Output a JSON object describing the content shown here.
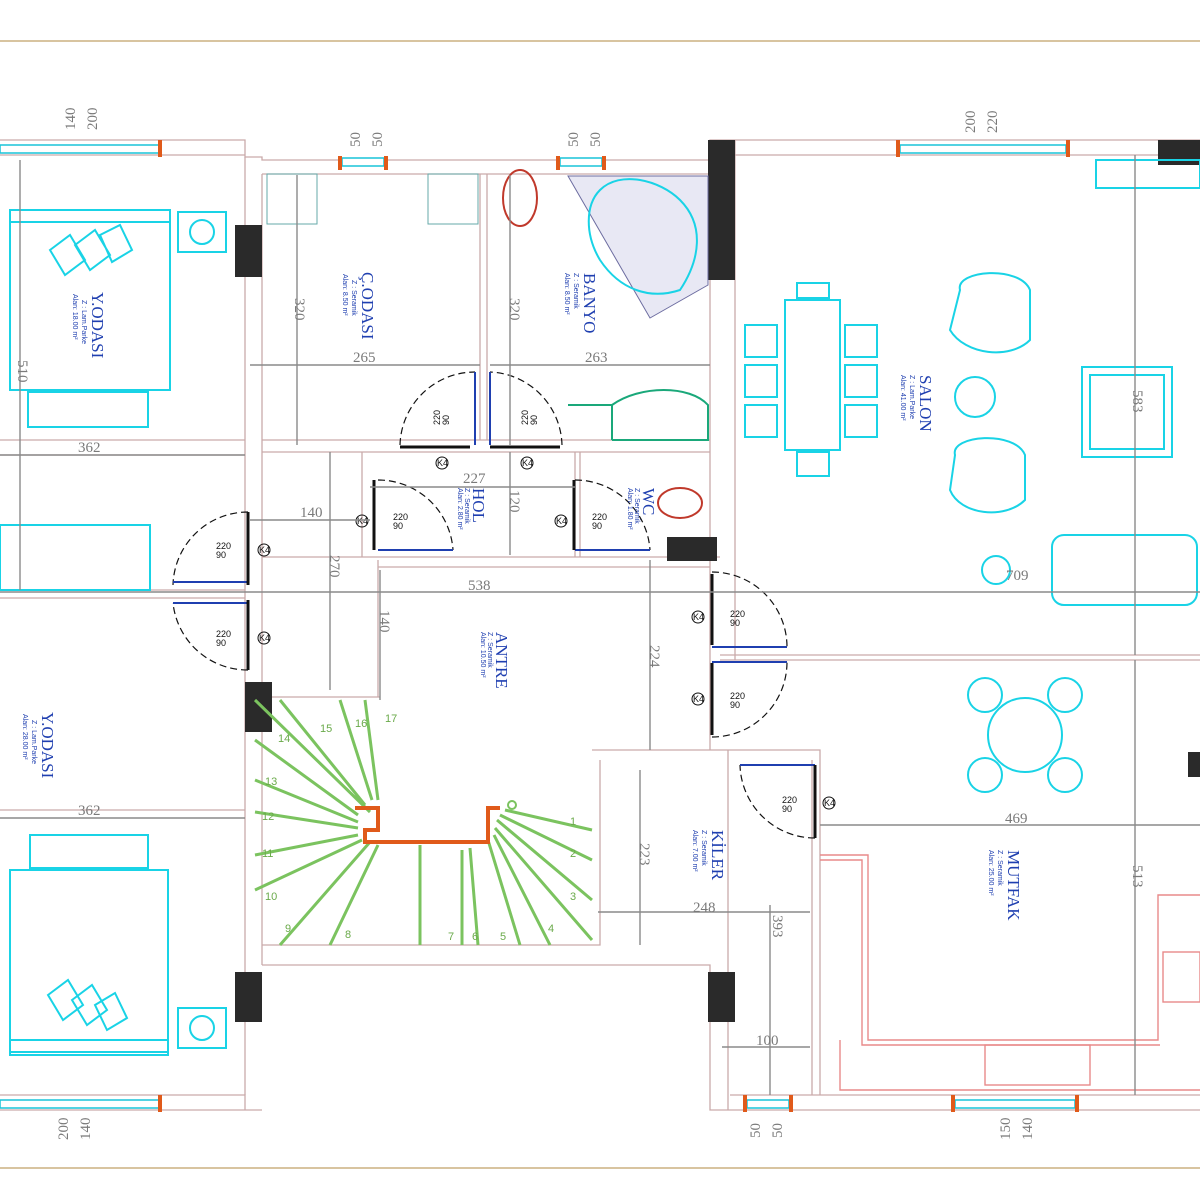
{
  "drawing_type": "floor plan",
  "rooms": [
    {
      "name": "Y.ODASI",
      "floor": "Z : Lam.Parke",
      "area": "Alan: 18.00 m²"
    },
    {
      "name": "Ç.ODASI",
      "floor": "Z : Seramik",
      "area": "Alan: 8.50 m²"
    },
    {
      "name": "BANYO",
      "floor": "Z : Seramik",
      "area": "Alan: 8.50 m²"
    },
    {
      "name": "SALON",
      "floor": "Z : Lam.Parke",
      "area": "Alan: 41.00 m²"
    },
    {
      "name": "HOL",
      "floor": "Z : Seramik",
      "area": "Alan: 2.80 m²"
    },
    {
      "name": "WC",
      "floor": "Z : Seramik",
      "area": "Alan: 1.80 m²"
    },
    {
      "name": "ANTRE",
      "floor": "Z : Seramik",
      "area": "Alan: 10.50 m²"
    },
    {
      "name": "Y.ODASI",
      "floor": "Z : Lam.Parke",
      "area": "Alan: 28.00 m²"
    },
    {
      "name": "KİLER",
      "floor": "Z : Seramik",
      "area": "Alan: 7.00 m²"
    },
    {
      "name": "MUTFAK",
      "floor": "Z : Seramik",
      "area": "Alan: 25.00 m²"
    }
  ],
  "dimensions": [
    "362",
    "320",
    "265",
    "320",
    "263",
    "583",
    "510",
    "140",
    "270",
    "227",
    "120",
    "538",
    "140",
    "224",
    "709",
    "362",
    "469",
    "223",
    "248",
    "393",
    "513",
    "100"
  ],
  "window_labels": {
    "top": [
      "140",
      "200",
      "50",
      "50",
      "50",
      "50",
      "200",
      "220"
    ],
    "bottom": [
      "200",
      "140",
      "50",
      "50",
      "150",
      "140"
    ]
  },
  "door": {
    "height": "220",
    "width": "90",
    "tag": "K4"
  },
  "stair_steps": [
    "1",
    "2",
    "3",
    "4",
    "5",
    "6",
    "7",
    "8",
    "9",
    "10",
    "11",
    "12",
    "13",
    "14",
    "15",
    "16",
    "17"
  ],
  "colors": {
    "wall": "#c9aaaa",
    "furniture": "#19d3e6",
    "stairs": "#7bc35f",
    "kitchen": "#e88a8a",
    "text": "#1f3fb0",
    "frame": "#d8c4a0"
  }
}
